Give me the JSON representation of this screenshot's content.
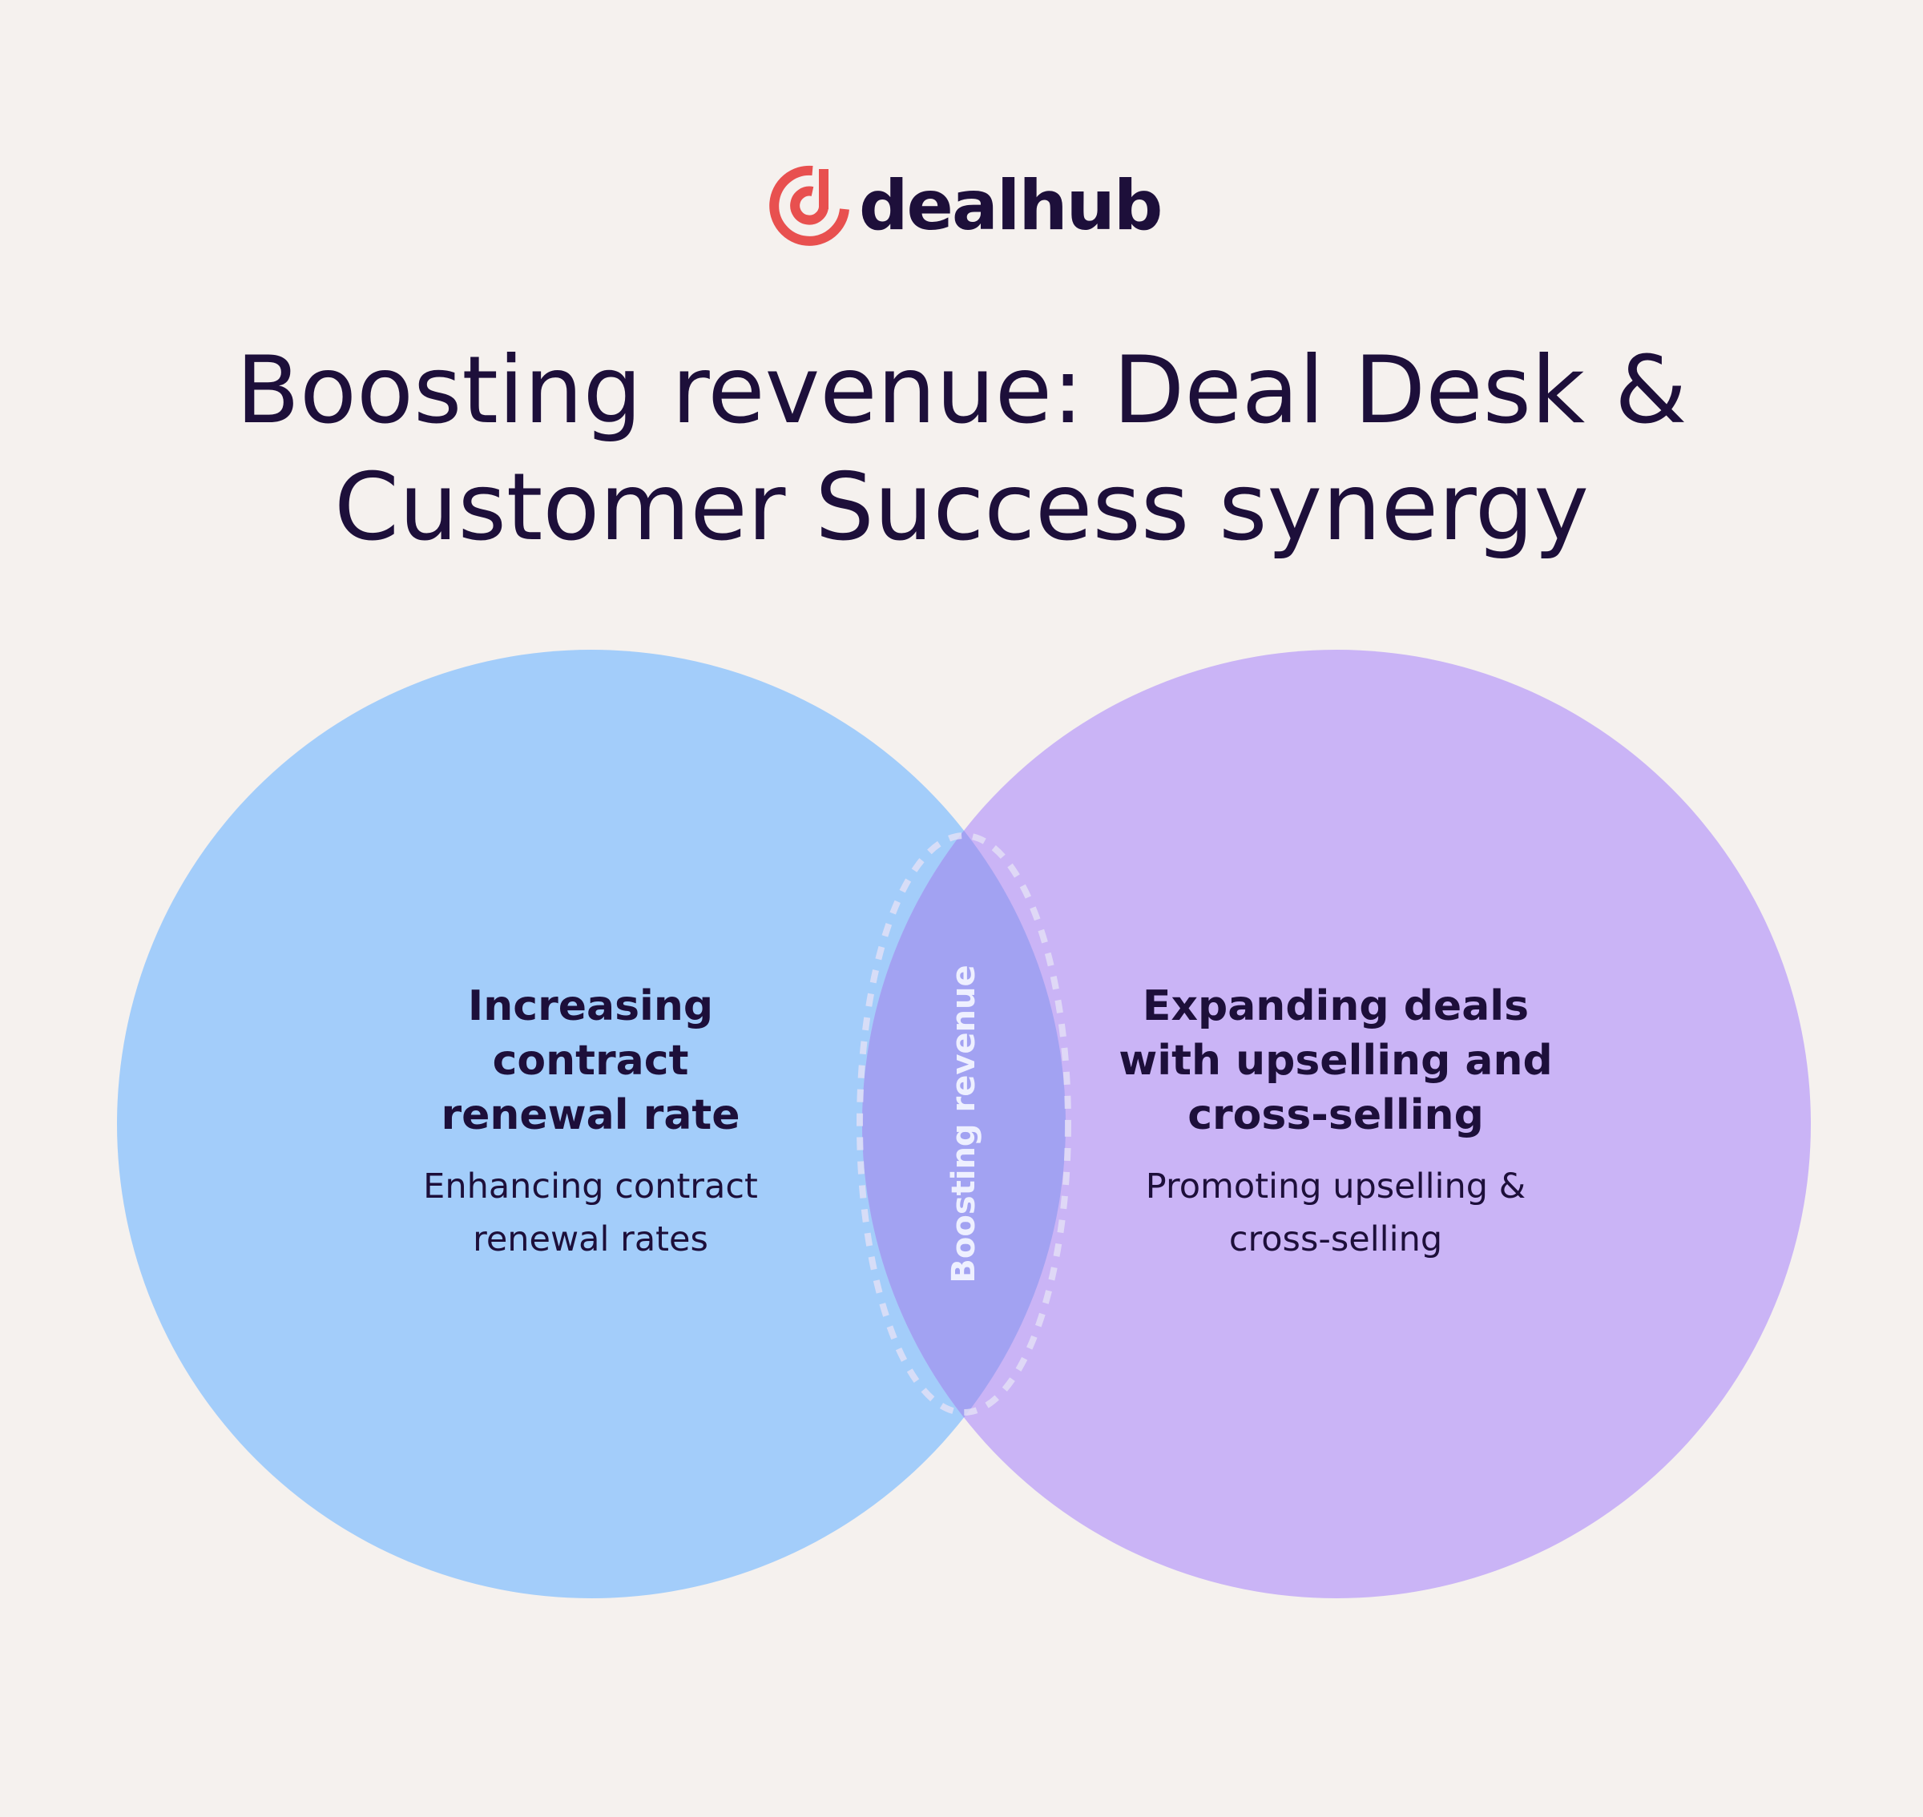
{
  "logo": {
    "text": "dealhub",
    "icon": "dealhub-d-icon",
    "color": "#e8504f"
  },
  "title": {
    "line1": "Boosting revenue: Deal Desk &",
    "line2": "Customer Success synergy"
  },
  "venn": {
    "left": {
      "title": "Increasing\ncontract\nrenewal rate",
      "description": "Enhancing contract\nrenewal rates",
      "color": "#a3cdfa"
    },
    "right": {
      "title": "Expanding deals\nwith upselling and\ncross-selling",
      "description": "Promoting upselling &\ncross-selling",
      "color": "#cab4f6"
    },
    "intersection": {
      "label": "Boosting revenue",
      "color": "#a2a2f2"
    }
  },
  "colors": {
    "background": "#f5f1ee",
    "text": "#1d0f3a"
  }
}
